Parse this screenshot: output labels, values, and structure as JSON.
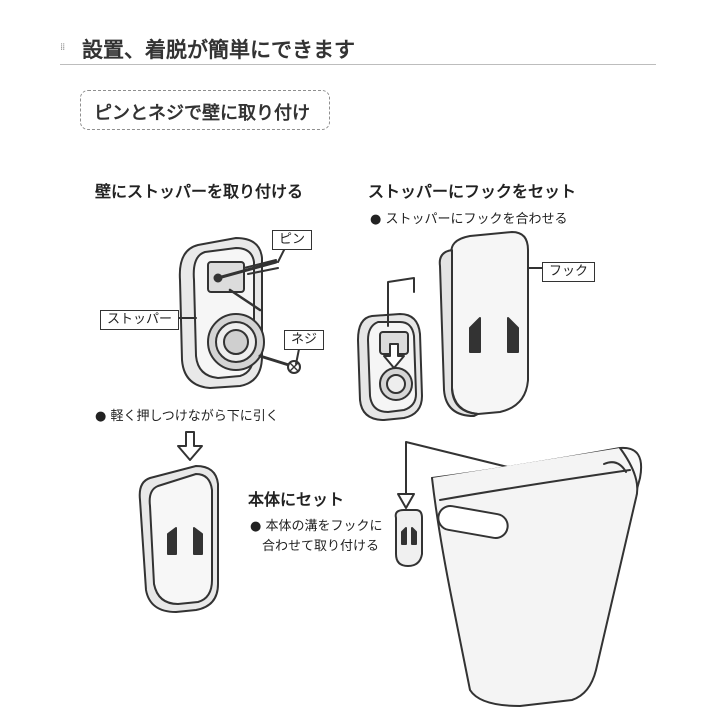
{
  "header": {
    "title": "設置、着脱が簡単にできます"
  },
  "badge": {
    "label": "ピンとネジで壁に取り付け"
  },
  "step1": {
    "title": "壁にストッパーを取り付ける",
    "callouts": {
      "pin": "ピン",
      "stopper": "ストッパー",
      "screw": "ネジ"
    },
    "note": "● 軽く押しつけながら下に引く"
  },
  "step2": {
    "title": "ストッパーにフックをセット",
    "note": "● ストッパーにフックを合わせる",
    "callouts": {
      "hook": "フック"
    }
  },
  "step3": {
    "title": "本体にセット",
    "note_line1": "● 本体の溝をフックに",
    "note_line2": "合わせて取り付ける"
  }
}
